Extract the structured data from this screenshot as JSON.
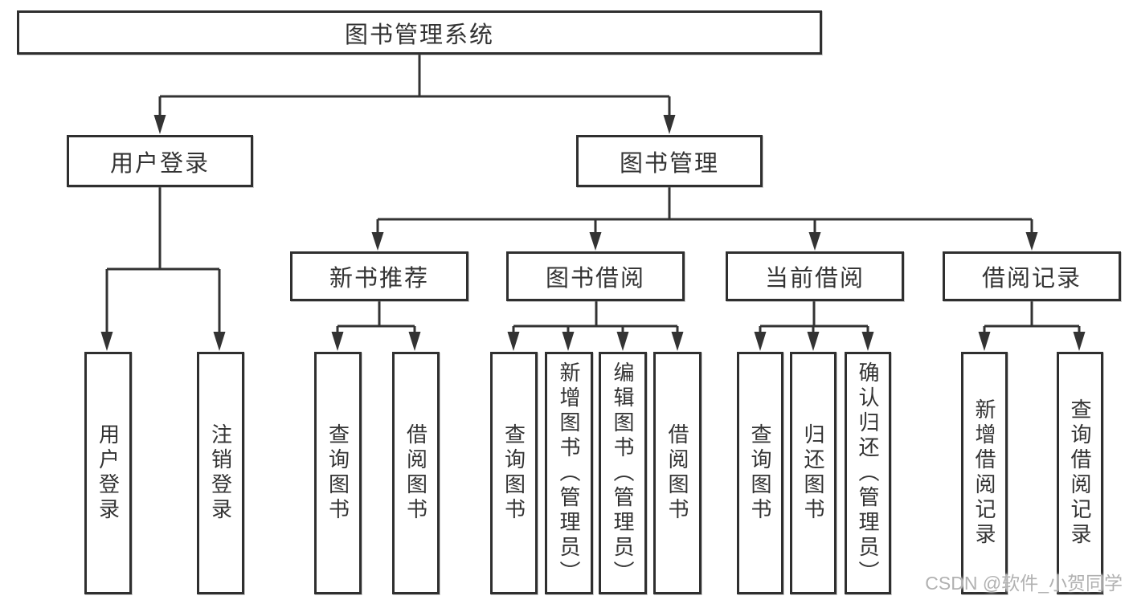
{
  "diagram": {
    "root": {
      "label": "图书管理系统"
    },
    "level1": [
      {
        "label": "用户登录"
      },
      {
        "label": "图书管理"
      }
    ],
    "level2": [
      {
        "label": "新书推荐"
      },
      {
        "label": "图书借阅"
      },
      {
        "label": "当前借阅"
      },
      {
        "label": "借阅记录"
      }
    ],
    "leaves": {
      "user": [
        "用户登录",
        "注销登录"
      ],
      "recommend": [
        "查询图书",
        "借阅图书"
      ],
      "borrow": [
        "查询图书",
        "新增图书（管理员）",
        "编辑图书（管理员）",
        "借阅图书"
      ],
      "current": [
        "查询图书",
        "归还图书",
        "确认归还（管理员）"
      ],
      "records": [
        "新增借阅记录",
        "查询借阅记录"
      ]
    }
  },
  "watermark": {
    "text": "CSDN @软件_小贺同学"
  },
  "colors": {
    "line": "#333333",
    "box_border": "#2f2f2f",
    "text": "#333333",
    "watermark": "#b1b1b1",
    "background": "#ffffff"
  }
}
